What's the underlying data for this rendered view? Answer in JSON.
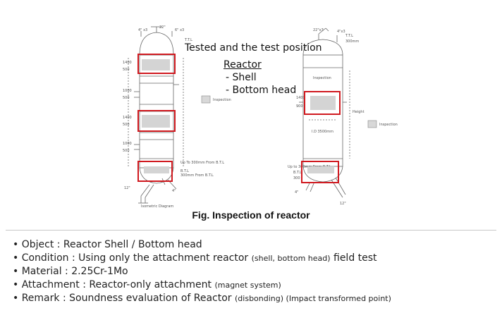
{
  "figure": {
    "legend": {
      "title": "Tested and the test position",
      "heading": "Reactor",
      "items": [
        "- Shell",
        "- Bottom head"
      ]
    },
    "caption": "Fig. Inspection of reactor",
    "highlight_color": "#d0191f"
  },
  "bullets": [
    {
      "parts": [
        {
          "text": "• Object : Reactor Shell / Bottom head",
          "small": false
        }
      ]
    },
    {
      "parts": [
        {
          "text": "• Condition : Using only the attachment reactor ",
          "small": false
        },
        {
          "text": "(shell, bottom head)",
          "small": true
        },
        {
          "text": " field test",
          "small": false
        }
      ]
    },
    {
      "parts": [
        {
          "text": "• Material : 2.25Cr-1Mo",
          "small": false
        }
      ]
    },
    {
      "parts": [
        {
          "text": "• Attachment : Reactor-only attachment ",
          "small": false
        },
        {
          "text": "(magnet system)",
          "small": true
        }
      ]
    },
    {
      "parts": [
        {
          "text": "• Remark : Soundness evaluation of Reactor ",
          "small": false
        },
        {
          "text": "(disbonding) (Impact transformed point)",
          "small": true
        }
      ]
    }
  ]
}
